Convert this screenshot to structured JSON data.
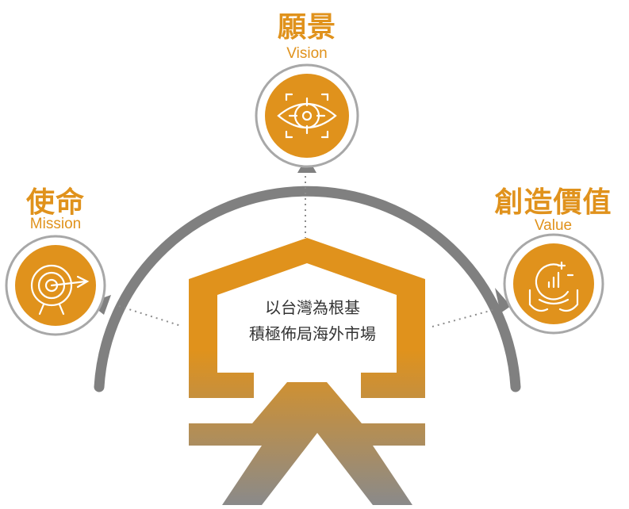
{
  "colors": {
    "accent": "#E0921C",
    "arc": "#808080",
    "ring": "#9a9a9a",
    "center_text": "#333333",
    "house_top": "#E0921C",
    "house_bottom": "#8A8A8A"
  },
  "vision": {
    "title": "願景",
    "subtitle": "Vision",
    "icon": "eye-target-icon"
  },
  "mission": {
    "title": "使命",
    "subtitle": "Mission",
    "icon": "target-arrow-icon"
  },
  "value": {
    "title": "創造價值",
    "subtitle": "Value",
    "icon": "growth-chart-hands-icon"
  },
  "center": {
    "line1": "以台灣為根基",
    "line2": "積極佈局海外市場"
  }
}
